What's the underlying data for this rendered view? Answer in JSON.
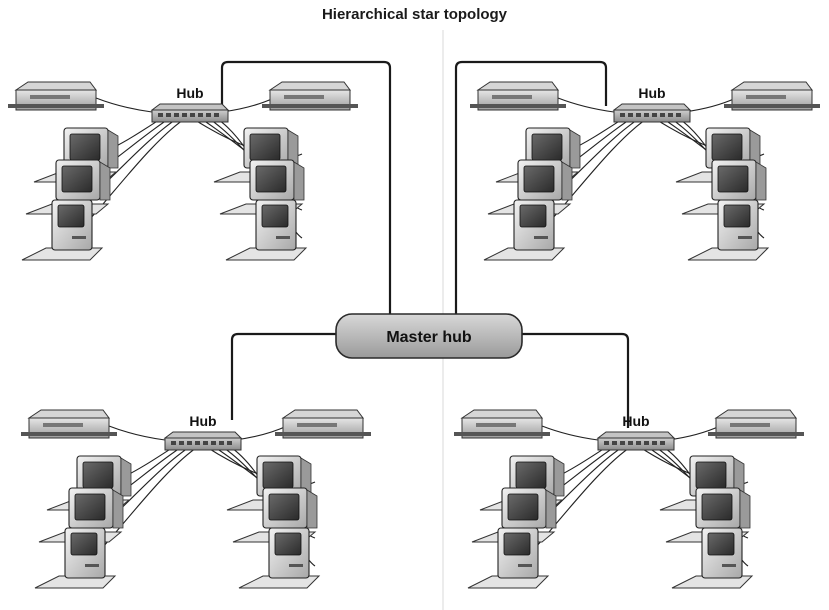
{
  "title": "Hierarchical star topology",
  "master_hub": {
    "label": "Master hub"
  },
  "hubs": [
    {
      "label": "Hub"
    },
    {
      "label": "Hub"
    },
    {
      "label": "Hub"
    },
    {
      "label": "Hub"
    }
  ]
}
